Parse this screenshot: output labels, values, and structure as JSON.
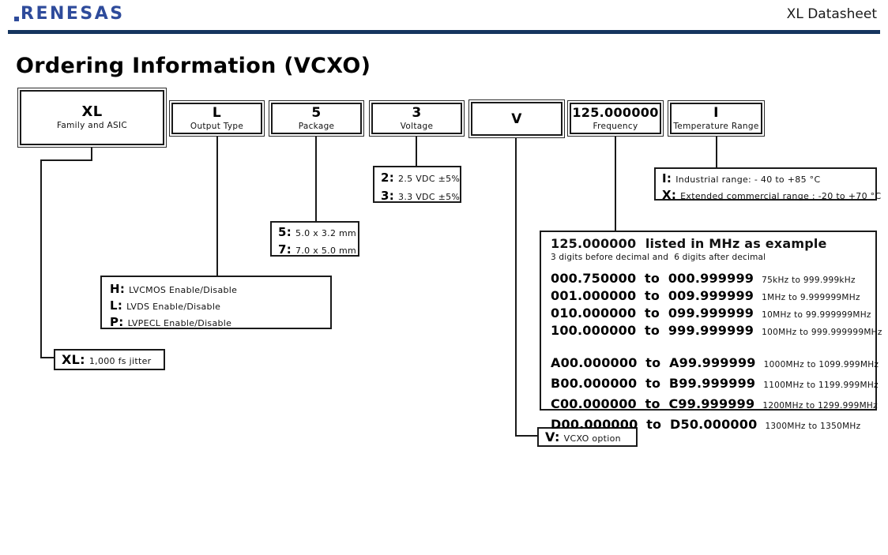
{
  "header": {
    "logo_text": "RENESAS",
    "doc_title": "XL Datasheet"
  },
  "page_title": "Ordering Information (VCXO)",
  "colors": {
    "logo_blue": "#2E4B9B",
    "rule_navy": "#16355F",
    "line_black": "#1a1a1a"
  },
  "part_fields": [
    {
      "code": "XL",
      "label": "Family and ASIC"
    },
    {
      "code": "L",
      "label": "Output Type"
    },
    {
      "code": "5",
      "label": "Package"
    },
    {
      "code": "3",
      "label": "Voltage"
    },
    {
      "code": "V",
      "label": ""
    },
    {
      "code": "125.000000",
      "label": "Frequency"
    },
    {
      "code": "I",
      "label": "Temperature Range"
    }
  ],
  "notes": {
    "family": [
      {
        "key": "XL:",
        "text": "1,000 fs jitter"
      }
    ],
    "output_type": [
      {
        "key": "H:",
        "text": "LVCMOS Enable/Disable"
      },
      {
        "key": "L:",
        "text": "LVDS Enable/Disable"
      },
      {
        "key": "P:",
        "text": "LVPECL Enable/Disable"
      }
    ],
    "package": [
      {
        "key": "5:",
        "text": "5.0 x 3.2 mm"
      },
      {
        "key": "7:",
        "text": "7.0 x 5.0 mm"
      }
    ],
    "voltage": [
      {
        "key": "2:",
        "text": "2.5 VDC ±5%"
      },
      {
        "key": "3:",
        "text": "3.3 VDC ±5%"
      }
    ],
    "vcxo": [
      {
        "key": "V:",
        "text": "VCXO option"
      }
    ],
    "temperature": [
      {
        "key": "I:",
        "text": "Industrial range: - 40 to +85 °C"
      },
      {
        "key": "X:",
        "text": "Extended commercial range : -20 to +70 °C"
      }
    ],
    "frequency": {
      "title": "125.000000  listed in MHz as example",
      "subtitle": "3 digits before decimal and  6 digits after decimal",
      "group1": [
        {
          "range": "000.750000 to 000.999999",
          "note": "75kHz to 999.999kHz"
        },
        {
          "range": "001.000000 to 009.999999",
          "note": "1MHz to 9.999999MHz"
        },
        {
          "range": "010.000000 to 099.999999",
          "note": "10MHz to 99.999999MHz"
        },
        {
          "range": "100.000000 to 999.999999",
          "note": "100MHz to 999.999999MHz"
        }
      ],
      "group2": [
        {
          "range": "A00.000000 to A99.999999",
          "note": "1000MHz to 1099.999MHz"
        },
        {
          "range": "B00.000000 to B99.999999",
          "note": "1100MHz to 1199.999MHz"
        },
        {
          "range": "C00.000000 to C99.999999",
          "note": "1200MHz to 1299.999MHz"
        },
        {
          "range": "D00.000000 to D50.000000",
          "note": "1300MHz to 1350MHz"
        }
      ]
    }
  }
}
